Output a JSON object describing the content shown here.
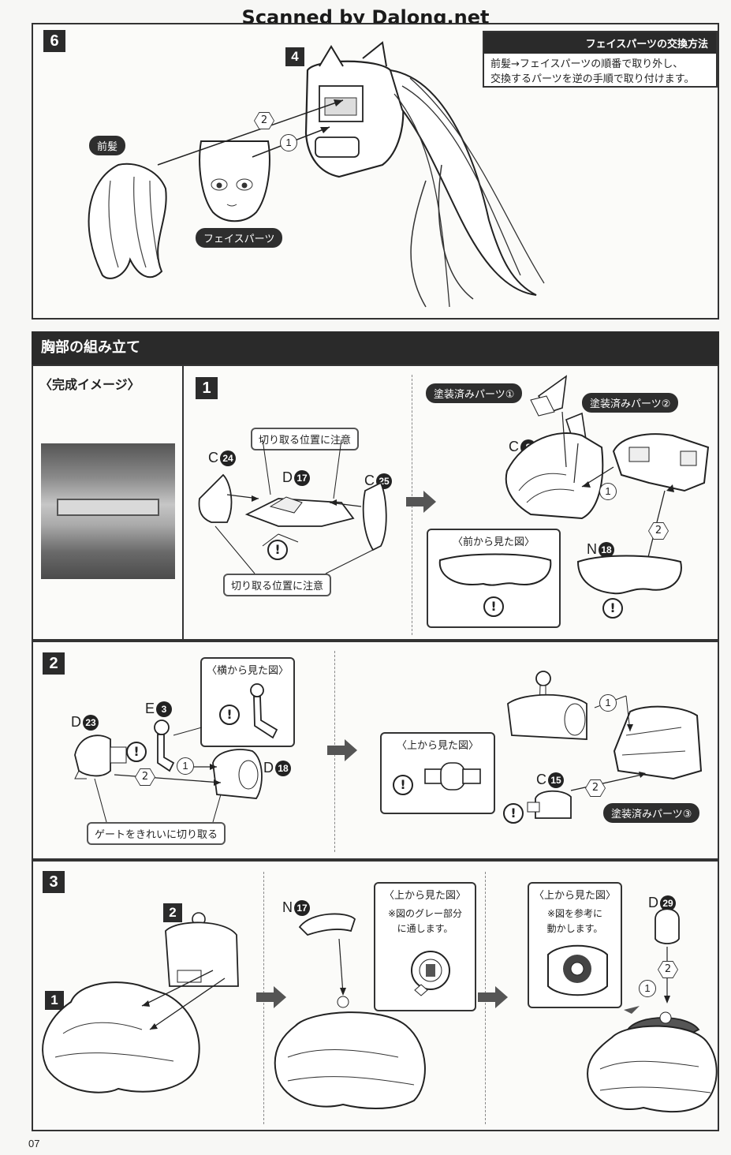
{
  "watermark": "Scanned by Dalong.net",
  "step6": {
    "number": "6",
    "sub_number": "4",
    "note_title": "フェイスパーツの交換方法",
    "note_line1": "前髪→フェイスパーツの順番で取り外し、",
    "note_line2": "交換するパーツを逆の手順で取り付けます。",
    "label_front_hair": "前髪",
    "label_face_parts": "フェイスパーツ",
    "order_1": "1",
    "order_2": "2"
  },
  "chest": {
    "section_title": "胸部の組み立て",
    "complete_image_label": "〈完成イメージ〉",
    "step1": {
      "number": "1",
      "ref_c24": "C",
      "ref_c24_num": "24",
      "ref_d17": "D",
      "ref_d17_num": "17",
      "ref_c25": "C",
      "ref_c25_num": "25",
      "caution_top": "切り取る位置に注意",
      "caution_bottom": "切り取る位置に注意",
      "painted_1": "塗装済みパーツ①",
      "painted_2": "塗装済みパーツ②",
      "ref_c8": "C",
      "ref_c8_num": "8",
      "ref_n18": "N",
      "ref_n18_num": "18",
      "front_view": "〈前から見た図〉",
      "order_1": "1",
      "order_2": "2"
    },
    "step2": {
      "number": "2",
      "ref_d23": "D",
      "ref_d23_num": "23",
      "ref_e3": "E",
      "ref_e3_num": "3",
      "ref_d18": "D",
      "ref_d18_num": "18",
      "side_view": "〈横から見た図〉",
      "gate_note": "ゲートをきれいに切り取る",
      "top_view": "〈上から見た図〉",
      "ref_c15": "C",
      "ref_c15_num": "15",
      "painted_3": "塗装済みパーツ③",
      "order_1": "1",
      "order_2": "2"
    },
    "step3": {
      "number": "3",
      "sub_2": "2",
      "sub_1": "1",
      "ref_n17": "N",
      "ref_n17_num": "17",
      "top_view_a": "〈上から見た図〉",
      "gray_note_line1": "※図のグレー部分",
      "gray_note_line2": "に通します。",
      "top_view_b": "〈上から見た図〉",
      "ref_note_line1": "※図を参考に",
      "ref_note_line2": "動かします。",
      "ref_d29": "D",
      "ref_d29_num": "29",
      "order_1": "1",
      "order_2": "2"
    }
  },
  "page_number": "07",
  "warn_symbol": "!"
}
